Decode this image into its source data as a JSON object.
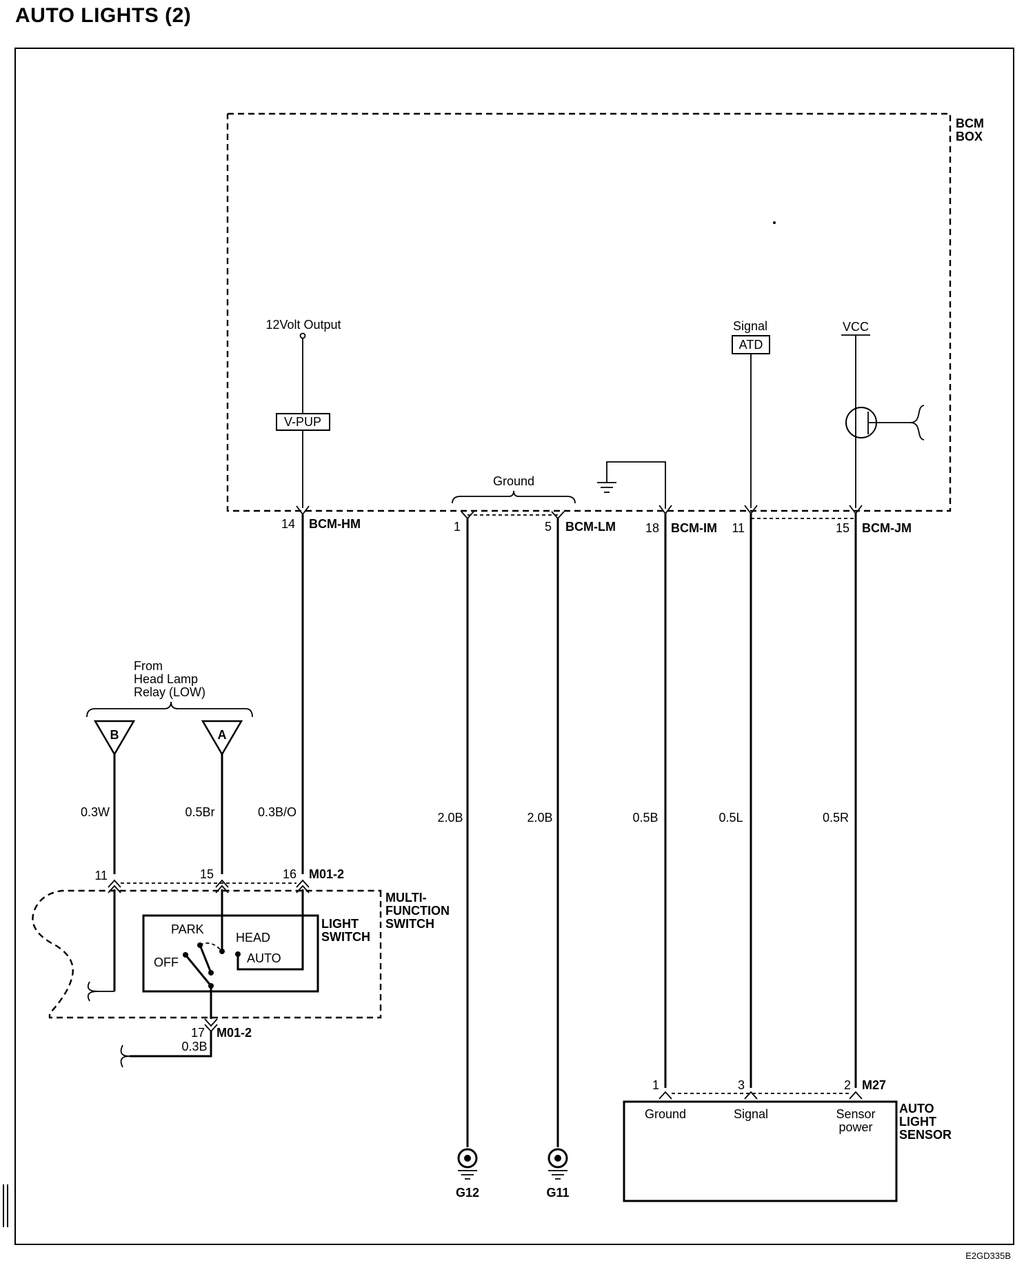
{
  "title": "AUTO LIGHTS (2)",
  "figure_code": "E2GD335B",
  "bcm": {
    "box_label": [
      "BCM",
      "BOX"
    ],
    "output_label": "12Volt Output",
    "vpup": "V-PUP",
    "ground_label": "Ground",
    "signal_label": "Signal",
    "atd": "ATD",
    "vcc": "VCC"
  },
  "bcm_pins": [
    {
      "pin": "14",
      "connector": "BCM-HM"
    },
    {
      "pin": "1",
      "connector": ""
    },
    {
      "pin": "5",
      "connector": "BCM-LM"
    },
    {
      "pin": "18",
      "connector": "BCM-IM"
    },
    {
      "pin": "11",
      "connector": ""
    },
    {
      "pin": "15",
      "connector": "BCM-JM"
    }
  ],
  "wires": [
    "0.3W",
    "0.5Br",
    "0.3B/O",
    "2.0B",
    "2.0B",
    "0.5B",
    "0.5L",
    "0.5R",
    "0.3B"
  ],
  "relay": {
    "label": [
      "From",
      "Head Lamp",
      "Relay (LOW)"
    ],
    "terminals": [
      "B",
      "A"
    ]
  },
  "mf_switch": {
    "pins_top": [
      "11",
      "15",
      "16"
    ],
    "connector": "M01-2",
    "label": [
      "MULTI-",
      "FUNCTION",
      "SWITCH"
    ],
    "light_switch": [
      "LIGHT",
      "SWITCH"
    ],
    "positions": [
      "PARK",
      "HEAD",
      "OFF",
      "AUTO"
    ],
    "pin_bottom": "17",
    "connector_bottom": "M01-2"
  },
  "grounds": [
    "G12",
    "G11"
  ],
  "sensor": {
    "pins": [
      "1",
      "3",
      "2"
    ],
    "connector": "M27",
    "terminals": [
      "Ground",
      "Signal",
      [
        "Sensor",
        "power"
      ]
    ],
    "label": [
      "AUTO",
      "LIGHT",
      "SENSOR"
    ]
  }
}
